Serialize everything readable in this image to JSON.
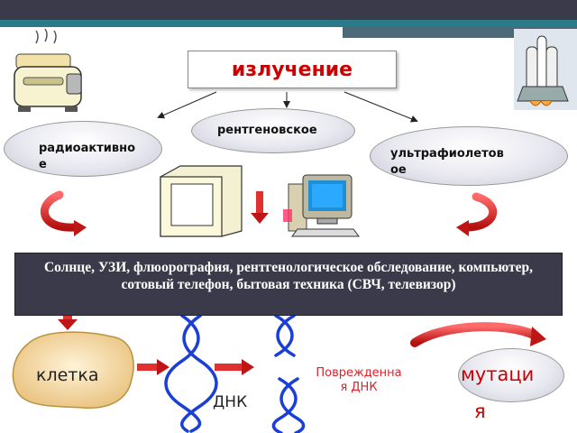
{
  "title": "излучение",
  "sources": {
    "xray": "рентгеновское",
    "radio_line1": "радиоактивно",
    "radio_line2": "е",
    "uv_line1": "ультрафиолетов",
    "uv_line2": "ое"
  },
  "examples": "Солнце, УЗИ, флюорография, рентгенологическое обследование, компьютер, сотовый телефон, бытовая техника (СВЧ, телевизор)",
  "cell": "клетка",
  "dna": "ДНК",
  "damaged_dna_line1": "Поврежденна",
  "damaged_dna_line2": "я ДНК",
  "mutation_line1": "мутаци",
  "mutation_line2": "я",
  "colors": {
    "title_text": "#cc0000",
    "banner_bg": "#3a3a4a",
    "dna_helix": "#1a3fd6",
    "arrow_red": "#d62020",
    "cell_fill": "#f5d9a0"
  }
}
